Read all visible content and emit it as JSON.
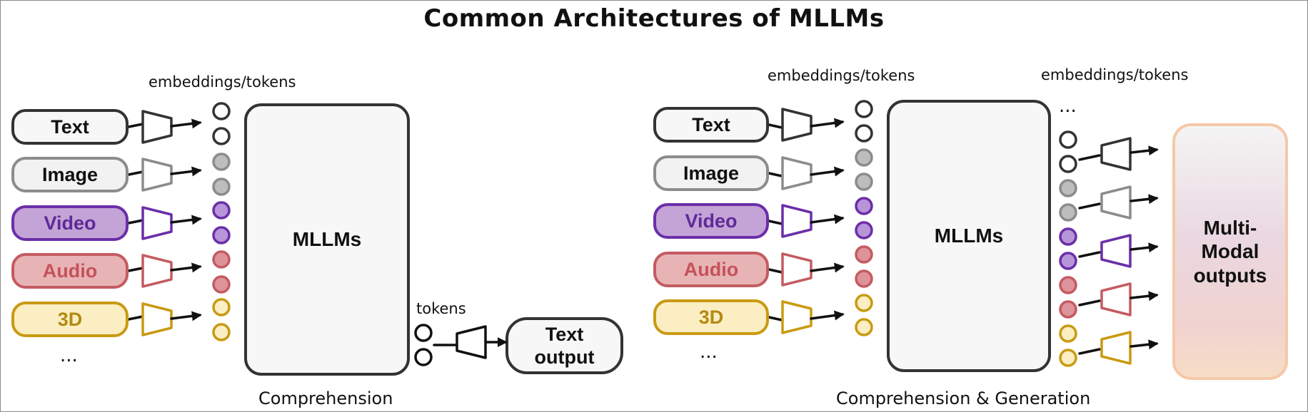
{
  "title": "Common Architectures of MLLMs",
  "left": {
    "inputs": [
      {
        "label": "Text",
        "color": "#333333",
        "fill": "#f7f7f7",
        "text_color": "#111111"
      },
      {
        "label": "Image",
        "color": "#8c8c8c",
        "fill": "#f2f2f2",
        "text_color": "#111111"
      },
      {
        "label": "Video",
        "color": "#6a2fa8",
        "fill": "#c4a3d6",
        "text_color": "#5e2a98"
      },
      {
        "label": "Audio",
        "color": "#c45b62",
        "fill": "#e8b3b5",
        "text_color": "#c4525a"
      },
      {
        "label": "3D",
        "color": "#c99a12",
        "fill": "#fbeec2",
        "text_color": "#b38a12"
      }
    ],
    "more": "...",
    "embeddings_label": "embeddings/tokens",
    "model_label": "MLLMs",
    "tokens_label": "tokens",
    "output_label_line1": "Text",
    "output_label_line2": "output",
    "caption": "Comprehension"
  },
  "right": {
    "inputs": [
      {
        "label": "Text",
        "color": "#333333",
        "fill": "#f7f7f7",
        "text_color": "#111111"
      },
      {
        "label": "Image",
        "color": "#8c8c8c",
        "fill": "#f2f2f2",
        "text_color": "#111111"
      },
      {
        "label": "Video",
        "color": "#6a2fa8",
        "fill": "#c4a3d6",
        "text_color": "#5e2a98"
      },
      {
        "label": "Audio",
        "color": "#c45b62",
        "fill": "#e8b3b5",
        "text_color": "#c4525a"
      },
      {
        "label": "3D",
        "color": "#c99a12",
        "fill": "#fbeec2",
        "text_color": "#b38a12"
      }
    ],
    "more": "...",
    "embeddings_label_in": "embeddings/tokens",
    "embeddings_label_out": "embeddings/tokens",
    "model_label": "MLLMs",
    "more_out": "...",
    "output_line1": "Multi-",
    "output_line2": "Modal",
    "output_line3": "outputs",
    "caption": "Comprehension & Generation"
  }
}
